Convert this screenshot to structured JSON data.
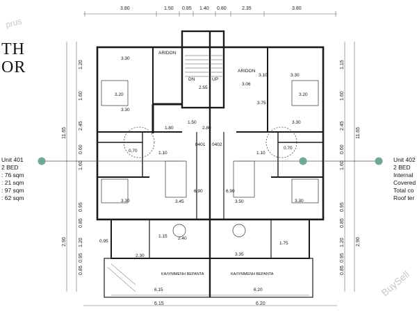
{
  "logo": {
    "line1": "TH",
    "line2": "OR"
  },
  "watermarks": {
    "top": "prus",
    "bottom": "BuySell"
  },
  "dimensions": {
    "top": [
      "3.80",
      "1.50",
      "0.85",
      "1.40",
      "0.80",
      "2.35",
      "3.80"
    ],
    "bottom": [
      "6.15",
      "6.20"
    ],
    "left": [
      "11.65",
      "1.20",
      "1.60",
      "2.45",
      "0.60",
      "1.60",
      "0.95",
      "0.85",
      "1.20",
      "0.95",
      "0.85",
      "2.90"
    ],
    "right": [
      "11.65",
      "1.15",
      "1.60",
      "2.45",
      "0.60",
      "1.60",
      "0.95",
      "0.85",
      "1.20",
      "0.95",
      "0.85",
      "2.90"
    ]
  },
  "rooms": {
    "aridon_left": "ARIDON",
    "aridon_right": "ARIDON",
    "dn": "DN",
    "up": "UP",
    "lift_area": "2.55",
    "lobby": "2.80",
    "r_330_a": "3.30",
    "r_330_b": "3.30",
    "r_330_c": "3.30",
    "r_330_d": "3.30",
    "r_330_e": "3.30",
    "r_330_f": "3.30",
    "r_320_l": "3.20",
    "r_320_r": "3.20",
    "r_180": "1.80",
    "r_150": "1.50",
    "r_070_l": "0.70",
    "r_070_r": "0.70",
    "r_110_l": "1.10",
    "r_110_r": "1.10",
    "r_345": "3.45",
    "r_350": "3.50",
    "r_690_l": "6.90",
    "r_690_r": "6.90",
    "r_240": "2.40",
    "r_230": "2.30",
    "r_115": "1.15",
    "r_175": "1.75",
    "r_335": "3.35",
    "r_310": "3.10",
    "r_375": "3.75",
    "r_306": "3.06",
    "r_095": "0.95",
    "unit_l": "0401",
    "unit_r": "0402",
    "veranda_l": "ΚΑΛΥΜΜΕΝΗ ΒΕΡΑΝΤΑ",
    "veranda_r": "ΚΑΛΥΜΜΕΝΗ ΒΕΡΑΝΤΑ",
    "veranda_l_dim": "6.15",
    "veranda_r_dim": "6.20"
  },
  "unit_left": {
    "line1": "Unit 401",
    "line2": "2 BED",
    "line3": ": 76 sqm",
    "line4": ": 21 sqm",
    "line5": ": 97 sqm",
    "line6": ": 62 sqm"
  },
  "unit_right": {
    "line1": "Unit 402",
    "line2": "2 BED",
    "line3": "Internal",
    "line4": "Covered",
    "line5": "Total co",
    "line6": "Roof ter"
  },
  "colors": {
    "marker": "#6fa89a",
    "wall": "#1a1a1a",
    "line": "#555555"
  }
}
